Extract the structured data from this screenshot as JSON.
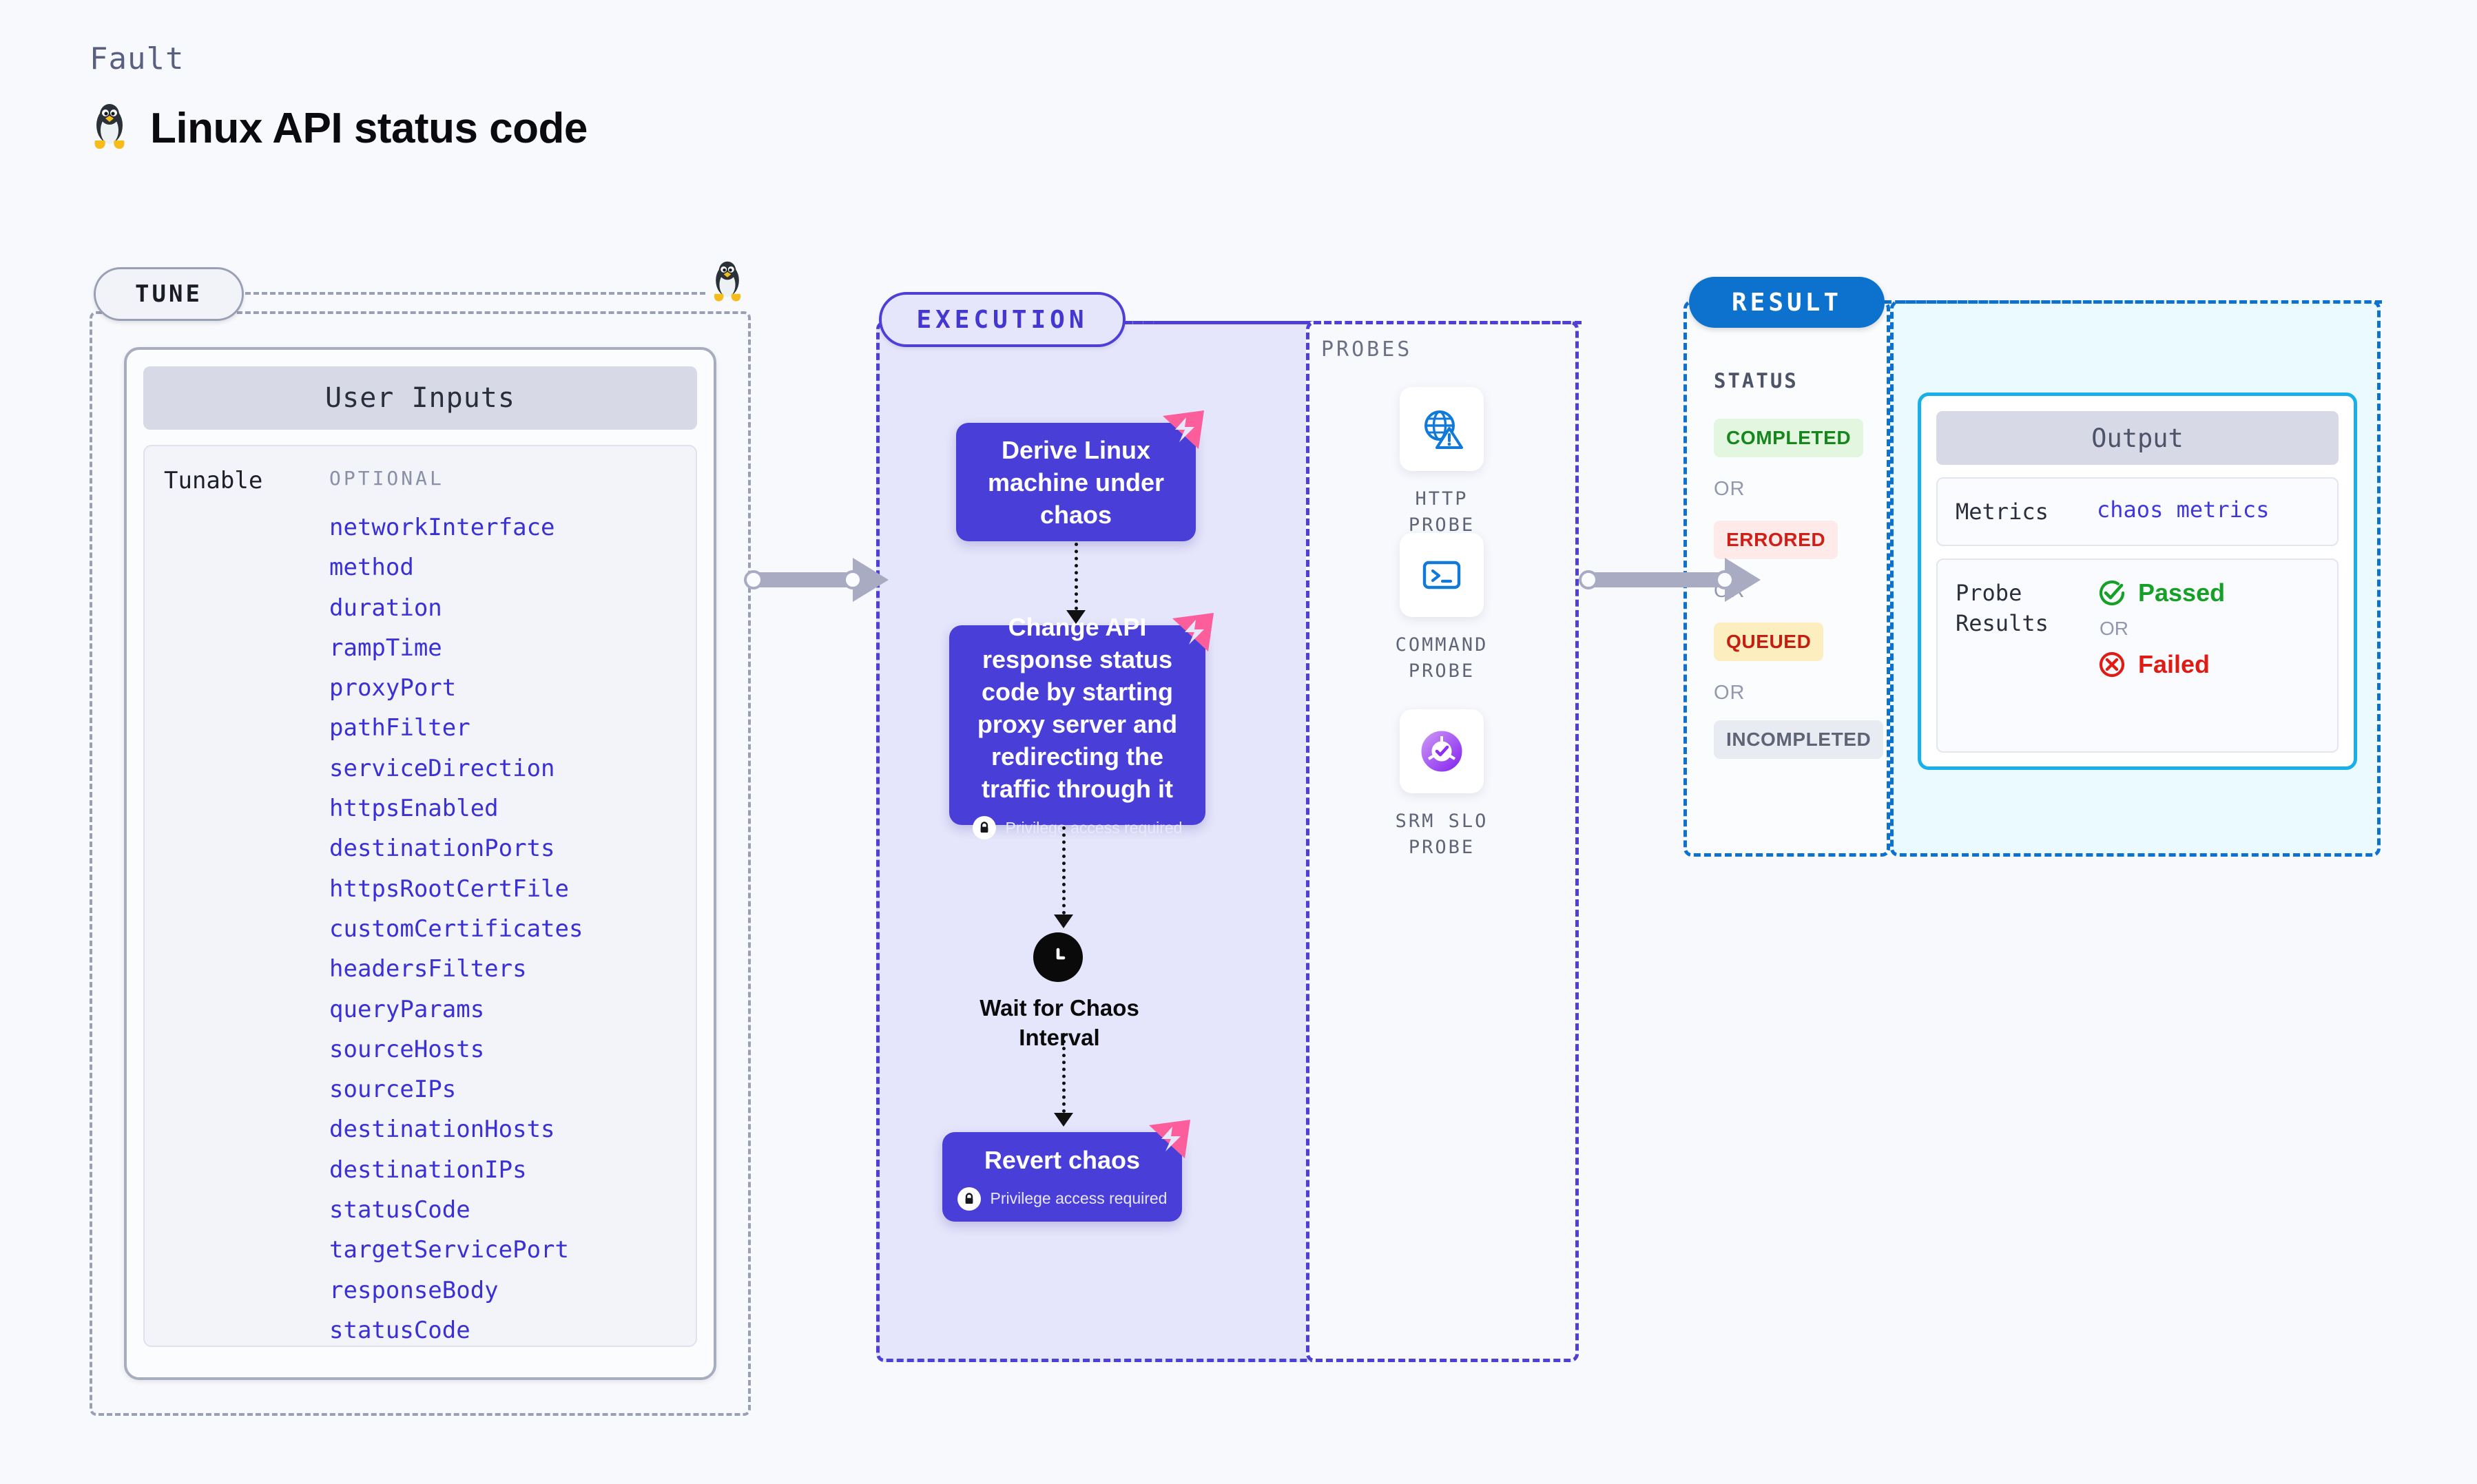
{
  "header": {
    "fault_label": "Fault",
    "title": "Linux API status code",
    "os_icon": "linux-penguin-icon"
  },
  "tune": {
    "tag": "TUNE",
    "card_title": "User Inputs",
    "tunable_label": "Tunable",
    "optional_label": "OPTIONAL",
    "params": [
      "networkInterface",
      "method",
      "duration",
      "rampTime",
      "proxyPort",
      "pathFilter",
      "serviceDirection",
      "httpsEnabled",
      "destinationPorts",
      "httpsRootCertFile",
      "customCertificates",
      "headersFilters",
      "queryParams",
      "sourceHosts",
      "sourceIPs",
      "destinationHosts",
      "destinationIPs",
      "statusCode",
      "targetServicePort",
      "responseBody",
      "statusCode"
    ]
  },
  "execution": {
    "tag": "EXECUTION",
    "privilege_text": "Privilege access required",
    "nodes": [
      {
        "text": "Derive Linux machine under chaos",
        "privilege": false,
        "badge": "litmus-chaos-badge"
      },
      {
        "text": "Change API response status code by starting proxy server and redirecting the traffic through it",
        "privilege": true,
        "badge": "litmus-chaos-badge"
      }
    ],
    "wait_step": {
      "icon": "clock-icon",
      "label": "Wait for Chaos Interval"
    },
    "revert_node": {
      "text": "Revert chaos",
      "privilege": true,
      "badge": "litmus-chaos-badge"
    }
  },
  "probes": {
    "title": "PROBES",
    "items": [
      {
        "label": "HTTP PROBE",
        "icon": "globe-warning-icon"
      },
      {
        "label": "COMMAND PROBE",
        "icon": "terminal-icon"
      },
      {
        "label": "SRM SLO PROBE",
        "icon": "slo-donut-check-icon"
      }
    ]
  },
  "result": {
    "tag": "RESULT",
    "status_title": "STATUS",
    "or_label": "OR",
    "statuses": [
      {
        "label": "COMPLETED",
        "bg": "#e2f6e0",
        "color": "#17871d"
      },
      {
        "label": "ERRORED",
        "bg": "#fdeae9",
        "color": "#cf1f16"
      },
      {
        "label": "QUEUED",
        "bg": "#fdeec0",
        "color": "#c51d10"
      },
      {
        "label": "INCOMPLETED",
        "bg": "#e9ebf2",
        "color": "#5e6376"
      }
    ],
    "output": {
      "title": "Output",
      "metrics_key": "Metrics",
      "metrics_value": "chaos metrics",
      "probe_results_key": "Probe Results",
      "passed_label": "Passed",
      "failed_label": "Failed",
      "or_label": "OR",
      "passed_color": "#17a028",
      "failed_color": "#e01b13"
    }
  },
  "colors": {
    "canvas_bg": "#f8f9fd",
    "tune_border": "#9aa0b4",
    "execution_accent": "#4e3fd6",
    "execution_bg": "#e5e5fb",
    "node_fill": "#4a3ed9",
    "result_accent": "#0d72ce",
    "output_border": "#19b0e8",
    "param_text": "#3a30d6",
    "connector": "#a8abc2"
  }
}
